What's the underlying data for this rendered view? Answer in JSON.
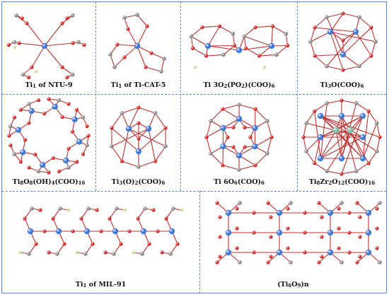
{
  "colors": {
    "divider": "#5b8fd4",
    "ti_atom": "#3b78d8",
    "zr_atom": "#7fbfa8",
    "oxygen_atom": "#d42020",
    "carbon_atom": "#8a8a8a",
    "hydrogen_atom": "#c8dba0",
    "bond": "#c03030"
  },
  "panels": [
    {
      "id": "ntu9",
      "caption_html": "Ti1 of  NTU-9"
    },
    {
      "id": "ticat5",
      "caption_html": "Ti1 of  Ti-CAT-5"
    },
    {
      "id": "ti3o2",
      "caption_html": "Ti 3O2(PO2)(COO)6"
    },
    {
      "id": "ti3o",
      "caption_html": "Ti3O(COO)6"
    },
    {
      "id": "ti8o8",
      "caption_html": "Ti8O8(OH)4(COO)16"
    },
    {
      "id": "ti3o2b",
      "caption_html": "Ti3(O)2(COO)6"
    },
    {
      "id": "ti6o6",
      "caption_html": "Ti 6O6(COO)6"
    },
    {
      "id": "ti8zr2",
      "caption_html": "Ti8Zr2O12(COO)16"
    },
    {
      "id": "mil91",
      "caption_html": "Ti1 of  MIL-91"
    },
    {
      "id": "ti6o9n",
      "caption_html": "(Ti6O9)n"
    }
  ]
}
